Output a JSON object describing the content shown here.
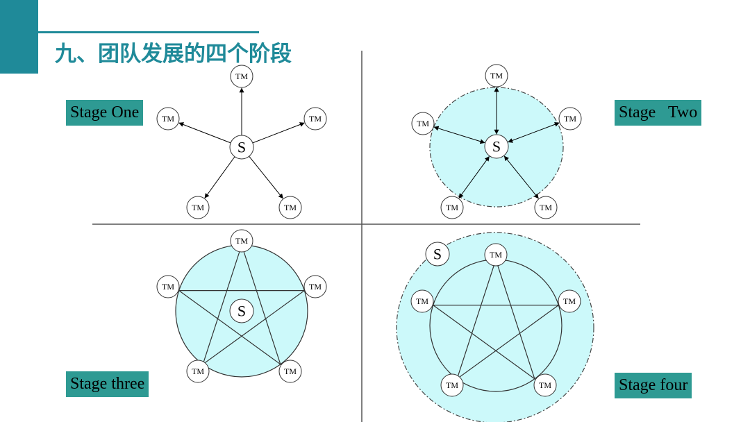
{
  "header": {
    "title": "九、团队发展的四个阶段"
  },
  "stages": [
    {
      "label": "Stage One"
    },
    {
      "label": "Stage   Two"
    },
    {
      "label": "Stage three"
    },
    {
      "label": "Stage four"
    }
  ],
  "nodes": {
    "leader": "S",
    "member": "TM"
  },
  "colors": {
    "accent": "#1f8a99",
    "label_bg": "#2e9a93",
    "fill": "#ccf9fa"
  }
}
